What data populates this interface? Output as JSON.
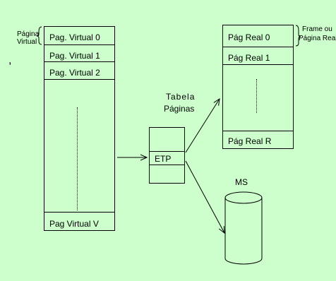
{
  "colors": {
    "background": "#ccffcc",
    "frame": "#000000"
  },
  "virtual_column": {
    "side_label": "Página\nVirtual",
    "pages": [
      "Pag. Virtual 0",
      "Pag. Virtual 1",
      "Pag. Virtual 2"
    ],
    "last_page": "Pag Virtual V"
  },
  "comma": ",",
  "page_table": {
    "title_line1": "Tabela",
    "title_line2": "Páginas",
    "entry": "ETP"
  },
  "real_column": {
    "side_label_line1": "Frame ou",
    "side_label_line2": "Página Real",
    "pages": [
      "Pág Real 0",
      "Pág Real 1"
    ],
    "last_page": "Pág Real R"
  },
  "secondary_memory": {
    "label": "MS"
  }
}
